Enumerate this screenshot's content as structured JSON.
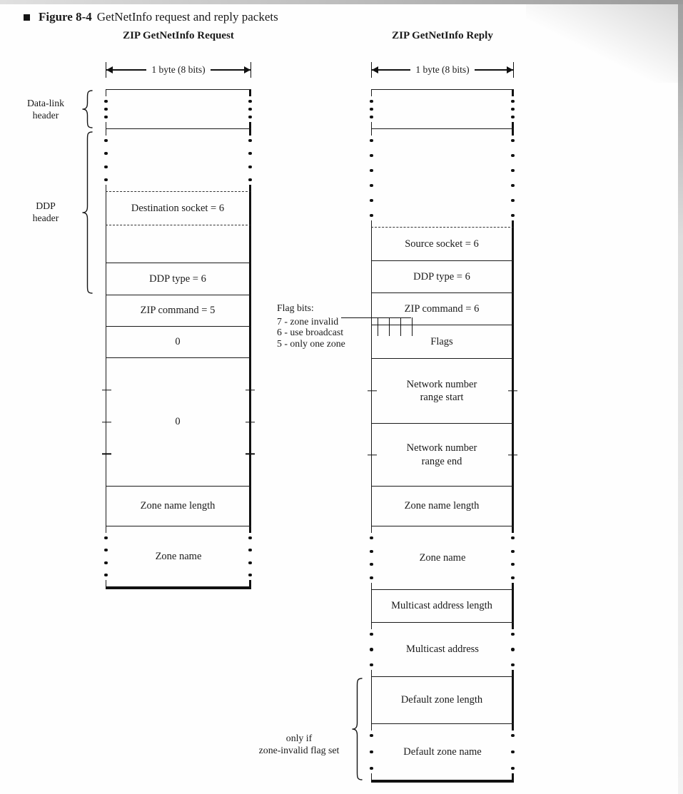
{
  "figure": {
    "label": "Figure 8-4",
    "caption": "GetNetInfo request and reply packets"
  },
  "scale_label": "1 byte (8 bits)",
  "request": {
    "title": "ZIP GetNetInfo Request",
    "fields": [
      {
        "label": "",
        "edges": "dots",
        "top": "solid",
        "h": 55
      },
      {
        "label": "",
        "edges": "dots",
        "top": "solid",
        "h": 88
      },
      {
        "label": "Destination socket = 6",
        "edges": "solid",
        "top": "dashed",
        "h": 47
      },
      {
        "label": "",
        "edges": "solid",
        "top": "dashed",
        "h": 53
      },
      {
        "label": "DDP type = 6",
        "edges": "solid",
        "top": "solid",
        "h": 45
      },
      {
        "label": "ZIP command = 5",
        "edges": "solid",
        "top": "solid",
        "h": 44
      },
      {
        "label": "0",
        "edges": "solid",
        "top": "solid",
        "h": 44
      },
      {
        "label": "0",
        "edges": "solid",
        "top": "solid",
        "h": 180,
        "ticks": 3
      },
      {
        "label": "Zone name length",
        "edges": "solid",
        "top": "solid",
        "h": 56
      },
      {
        "label": "Zone name",
        "edges": "dots",
        "top": "solid",
        "h": 89,
        "thick_bottom": true
      }
    ]
  },
  "reply": {
    "title": "ZIP GetNetInfo Reply",
    "fields": [
      {
        "label": "",
        "edges": "dots",
        "top": "solid",
        "h": 55
      },
      {
        "label": "",
        "edges": "dots",
        "top": "solid",
        "h": 138
      },
      {
        "label": "Source socket = 6",
        "edges": "solid",
        "top": "dashed",
        "h": 47
      },
      {
        "label": "DDP type = 6",
        "edges": "solid",
        "top": "solid",
        "h": 45
      },
      {
        "label": "ZIP command = 6",
        "edges": "solid",
        "top": "solid",
        "h": 45
      },
      {
        "label": "Flags",
        "edges": "solid",
        "top": "solid",
        "h": 47,
        "bit_ticks": true
      },
      {
        "label": "Network number\nrange start",
        "edges": "solid",
        "top": "solid",
        "h": 91,
        "ticks": 1
      },
      {
        "label": "Network number\nrange end",
        "edges": "solid",
        "top": "solid",
        "h": 88,
        "ticks": 1
      },
      {
        "label": "Zone name length",
        "edges": "solid",
        "top": "solid",
        "h": 56
      },
      {
        "label": "Zone name",
        "edges": "dots",
        "top": "solid",
        "h": 89
      },
      {
        "label": "Multicast address length",
        "edges": "solid",
        "top": "solid",
        "h": 46
      },
      {
        "label": "Multicast address",
        "edges": "dots",
        "top": "solid",
        "h": 76
      },
      {
        "label": "Default zone length",
        "edges": "solid",
        "top": "solid",
        "h": 66
      },
      {
        "label": "Default zone name",
        "edges": "dots",
        "top": "solid",
        "h": 83,
        "thick_bottom": true
      }
    ]
  },
  "annotations": {
    "data_link": [
      "Data-link",
      "header"
    ],
    "ddp": [
      "DDP",
      "header"
    ],
    "flag_bits": {
      "title": "Flag bits:",
      "items": [
        "7 - zone invalid",
        "6 - use broadcast",
        "5 - only one zone"
      ]
    },
    "only_if": [
      "only if",
      "zone-invalid flag set"
    ]
  },
  "colors": {
    "ink": "#1a1a1a"
  }
}
